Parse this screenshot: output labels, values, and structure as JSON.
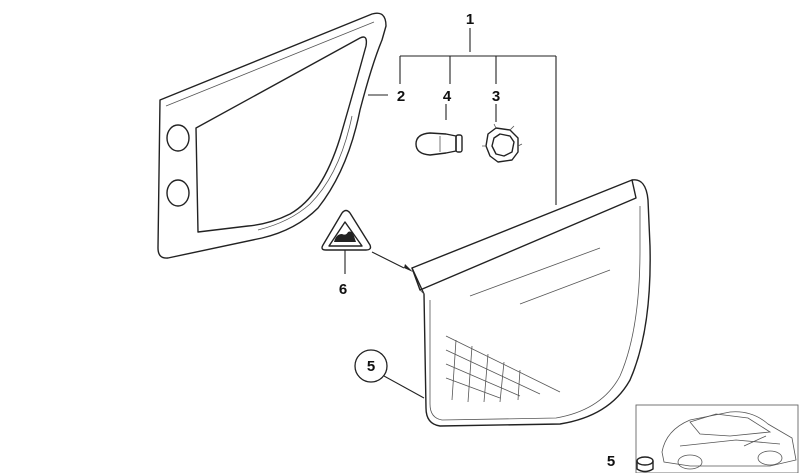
{
  "callouts": {
    "part_1": "1",
    "part_2": "2",
    "part_3": "3",
    "part_4": "4",
    "part_5": "5",
    "part_6": "6",
    "inset_part": "5"
  }
}
